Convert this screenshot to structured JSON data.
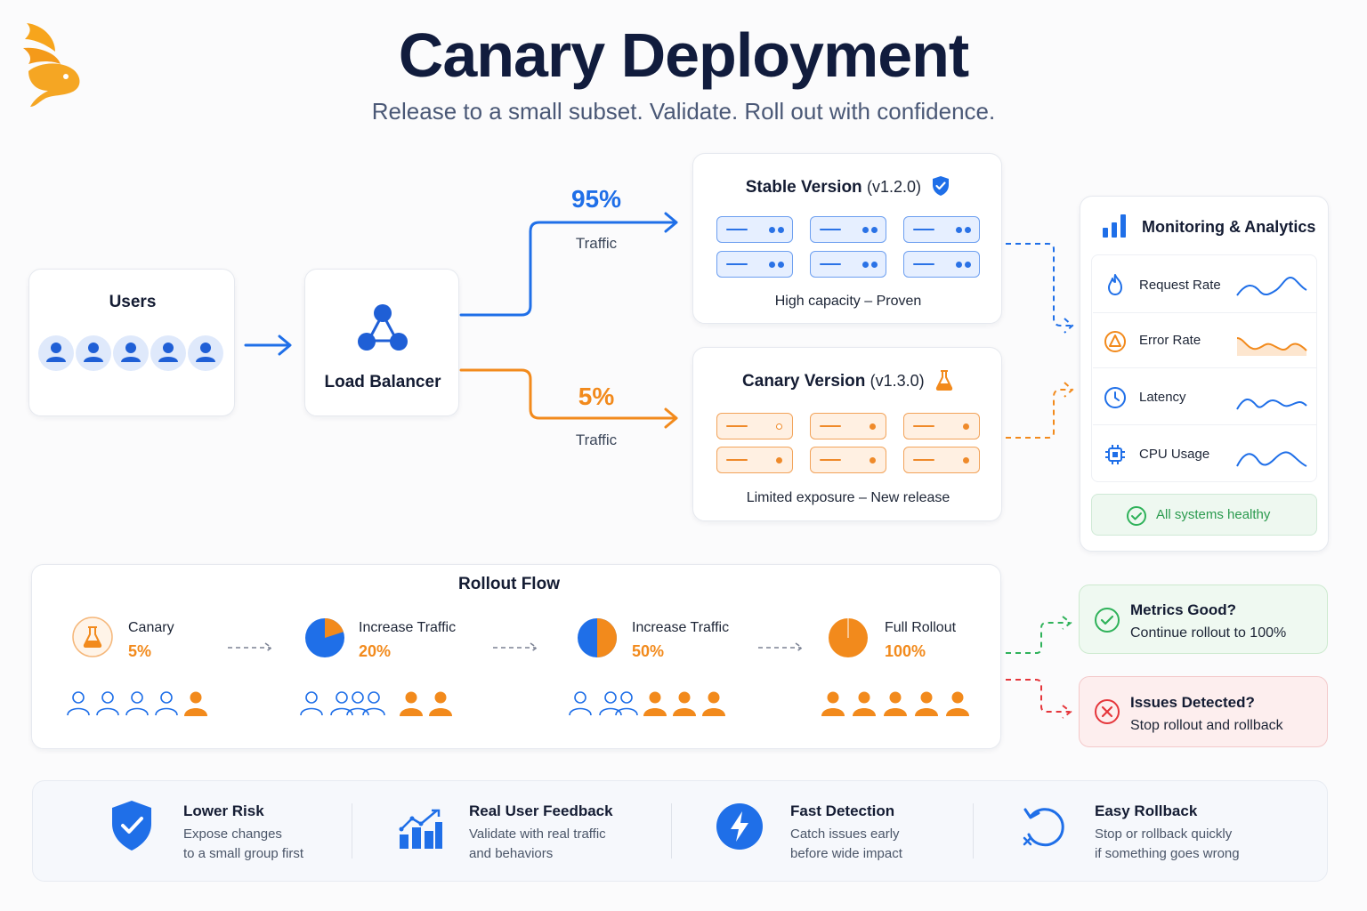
{
  "header": {
    "title": "Canary Deployment",
    "subtitle": "Release to a small subset. Validate. Roll out with confidence."
  },
  "users": {
    "label": "Users"
  },
  "load_balancer": {
    "label": "Load Balancer"
  },
  "traffic": {
    "stable_percent": "95%",
    "stable_label": "Traffic",
    "canary_percent": "5%",
    "canary_label": "Traffic"
  },
  "stable": {
    "title": "Stable Version",
    "version": "(v1.2.0)",
    "caption": "High capacity – Proven"
  },
  "canary": {
    "title": "Canary Version",
    "version": "(v1.3.0)",
    "caption": "Limited exposure – New release"
  },
  "monitoring": {
    "title": "Monitoring & Analytics",
    "metrics": [
      {
        "name": "Request Rate",
        "icon": "flame-icon"
      },
      {
        "name": "Error Rate",
        "icon": "warning-icon"
      },
      {
        "name": "Latency",
        "icon": "clock-icon"
      },
      {
        "name": "CPU Usage",
        "icon": "cpu-icon"
      }
    ],
    "status": "All systems healthy"
  },
  "rollout": {
    "title": "Rollout Flow",
    "stages": [
      {
        "name": "Canary",
        "percent": "5%",
        "fraction": 0.05
      },
      {
        "name": "Increase Traffic",
        "percent": "20%",
        "fraction": 0.2
      },
      {
        "name": "Increase Traffic",
        "percent": "50%",
        "fraction": 0.5
      },
      {
        "name": "Full Rollout",
        "percent": "100%",
        "fraction": 1.0
      }
    ]
  },
  "decisions": {
    "good_title": "Metrics Good?",
    "good_desc": "Continue rollout to 100%",
    "bad_title": "Issues Detected?",
    "bad_desc": "Stop rollout and rollback"
  },
  "benefits": [
    {
      "title": "Lower Risk",
      "line1": "Expose changes",
      "line2": "to a small group first"
    },
    {
      "title": "Real User Feedback",
      "line1": "Validate with real traffic",
      "line2": "and behaviors"
    },
    {
      "title": "Fast Detection",
      "line1": "Catch issues early",
      "line2": "before wide impact"
    },
    {
      "title": "Easy Rollback",
      "line1": "Stop or rollback quickly",
      "line2": "if something goes wrong"
    }
  ],
  "colors": {
    "blue": "#1f6fe8",
    "orange": "#f28a1c",
    "green": "#2fb25a",
    "red": "#e5363b",
    "navy": "#111c3d"
  }
}
